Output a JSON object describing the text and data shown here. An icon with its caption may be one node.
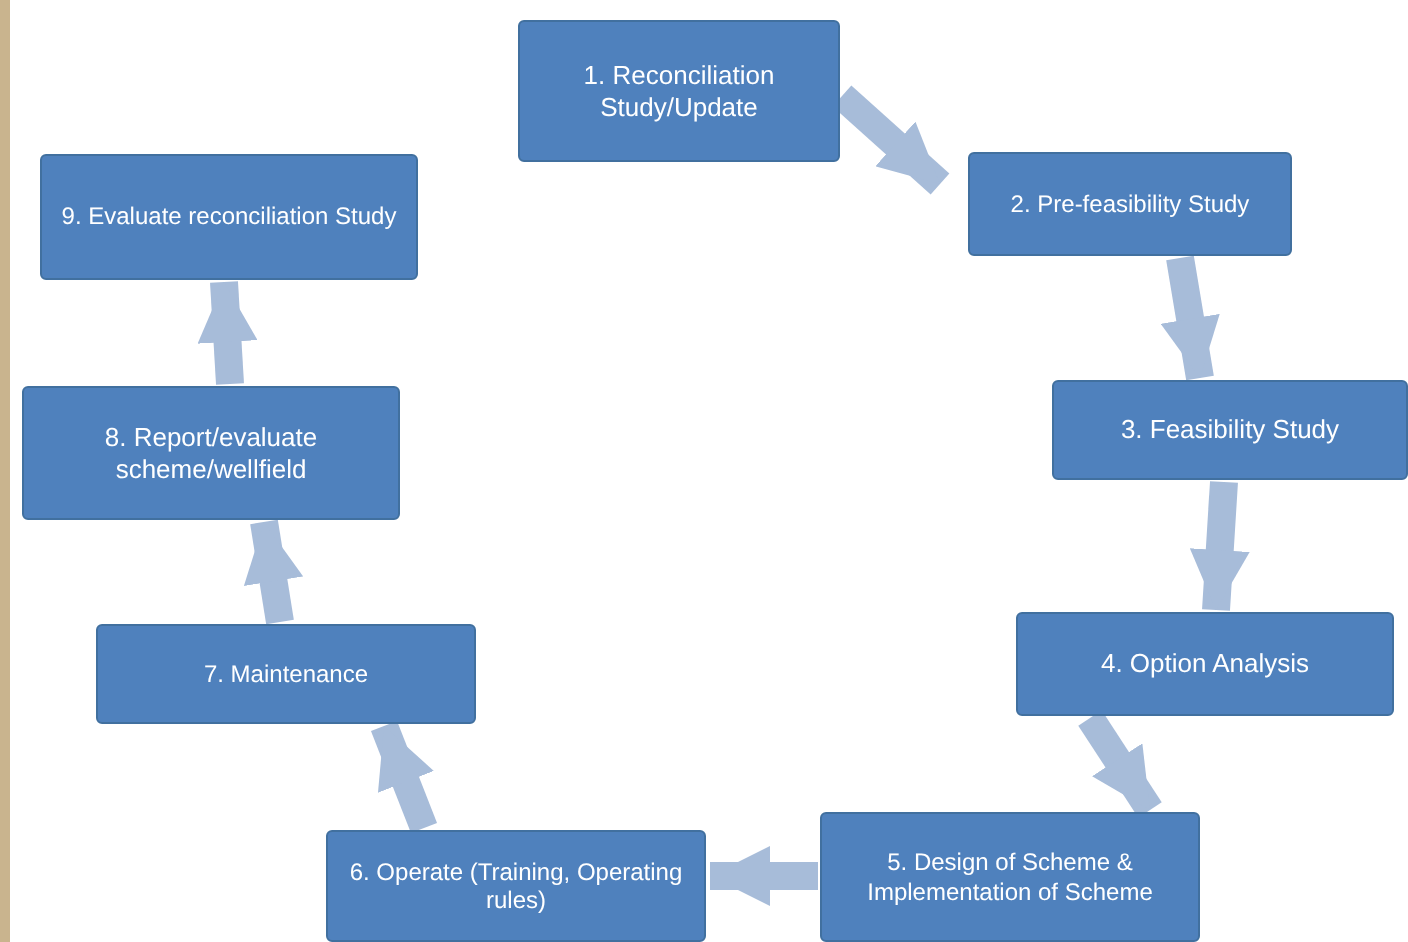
{
  "diagram": {
    "nodes": [
      {
        "text": [
          "1. Reconciliation Study/Update"
        ]
      },
      {
        "text": [
          "2. Pre-feasibility Study"
        ]
      },
      {
        "text": [
          "3. Feasibility Study"
        ]
      },
      {
        "text": [
          "4. Option Analysis"
        ]
      },
      {
        "text": [
          "5. Design of Scheme & Implementation of Scheme"
        ]
      },
      {
        "text": [
          "6. Operate (Training, Operating rules)"
        ]
      },
      {
        "text": [
          "7. Maintenance"
        ]
      },
      {
        "text": [
          "8. Report/evaluate scheme/wellfield"
        ]
      },
      {
        "text": [
          "9. Evaluate reconciliation Study"
        ]
      }
    ],
    "edges": [
      {
        "from": 0,
        "to": 1,
        "arrow": "to"
      },
      {
        "from": 1,
        "to": 2,
        "arrow": "to"
      },
      {
        "from": 2,
        "to": 3,
        "arrow": "to"
      },
      {
        "from": 3,
        "to": 4,
        "arrow": "to"
      },
      {
        "from": 4,
        "to": 5,
        "arrow": "to"
      },
      {
        "from": 5,
        "to": 6,
        "arrow": "to"
      },
      {
        "from": 6,
        "to": 7,
        "arrow": "to"
      },
      {
        "from": 7,
        "to": 8,
        "arrow": "to"
      }
    ]
  }
}
